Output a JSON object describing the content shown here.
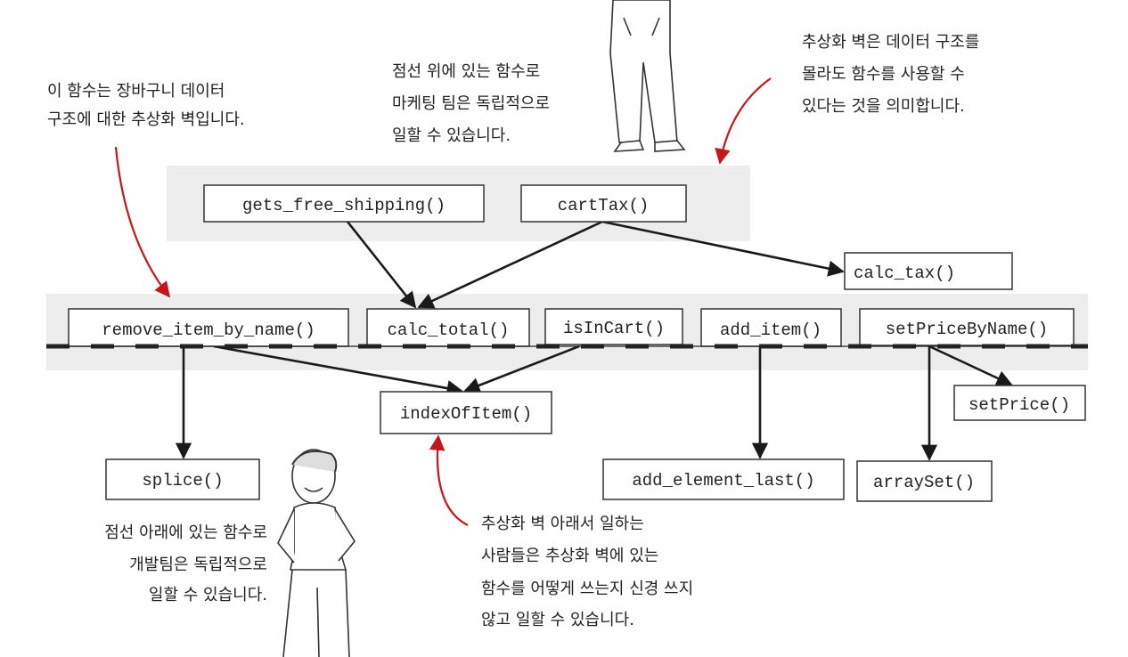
{
  "functions_marketing": [
    "gets_free_shipping()",
    "cartTax()"
  ],
  "functions_other": [
    "calc_tax()"
  ],
  "functions_wall": [
    "remove_item_by_name()",
    "calc_total()",
    "isInCart()",
    "add_item()",
    "setPriceByName()"
  ],
  "functions_below": [
    "indexOfItem()",
    "splice()",
    "add_element_last()",
    "arraySet()",
    "setPrice()"
  ],
  "notes": {
    "wall_desc": [
      "이 함수는 장바구니 데이터",
      "구조에 대한 추상화 벽입니다."
    ],
    "marketing": [
      "점선 위에 있는 함수로",
      "마케팅 팀은 독립적으로",
      "일할 수 있습니다."
    ],
    "meaning": [
      "추상화 벽은 데이터 구조를",
      "몰라도 함수를 사용할 수",
      "있다는 것을 의미합니다."
    ],
    "dev": [
      "점선 아래에 있는 함수로",
      "개발팀은 독립적으로",
      "일할 수 있습니다."
    ],
    "below": [
      "추상화 벽 아래서 일하는",
      "사람들은 추상화 벽에 있는",
      "함수를 어떻게 쓰는지 신경 쓰지",
      "않고 일할 수 있습니다."
    ]
  },
  "colors": {
    "accent": "#c4161c",
    "band": "#ededed"
  }
}
